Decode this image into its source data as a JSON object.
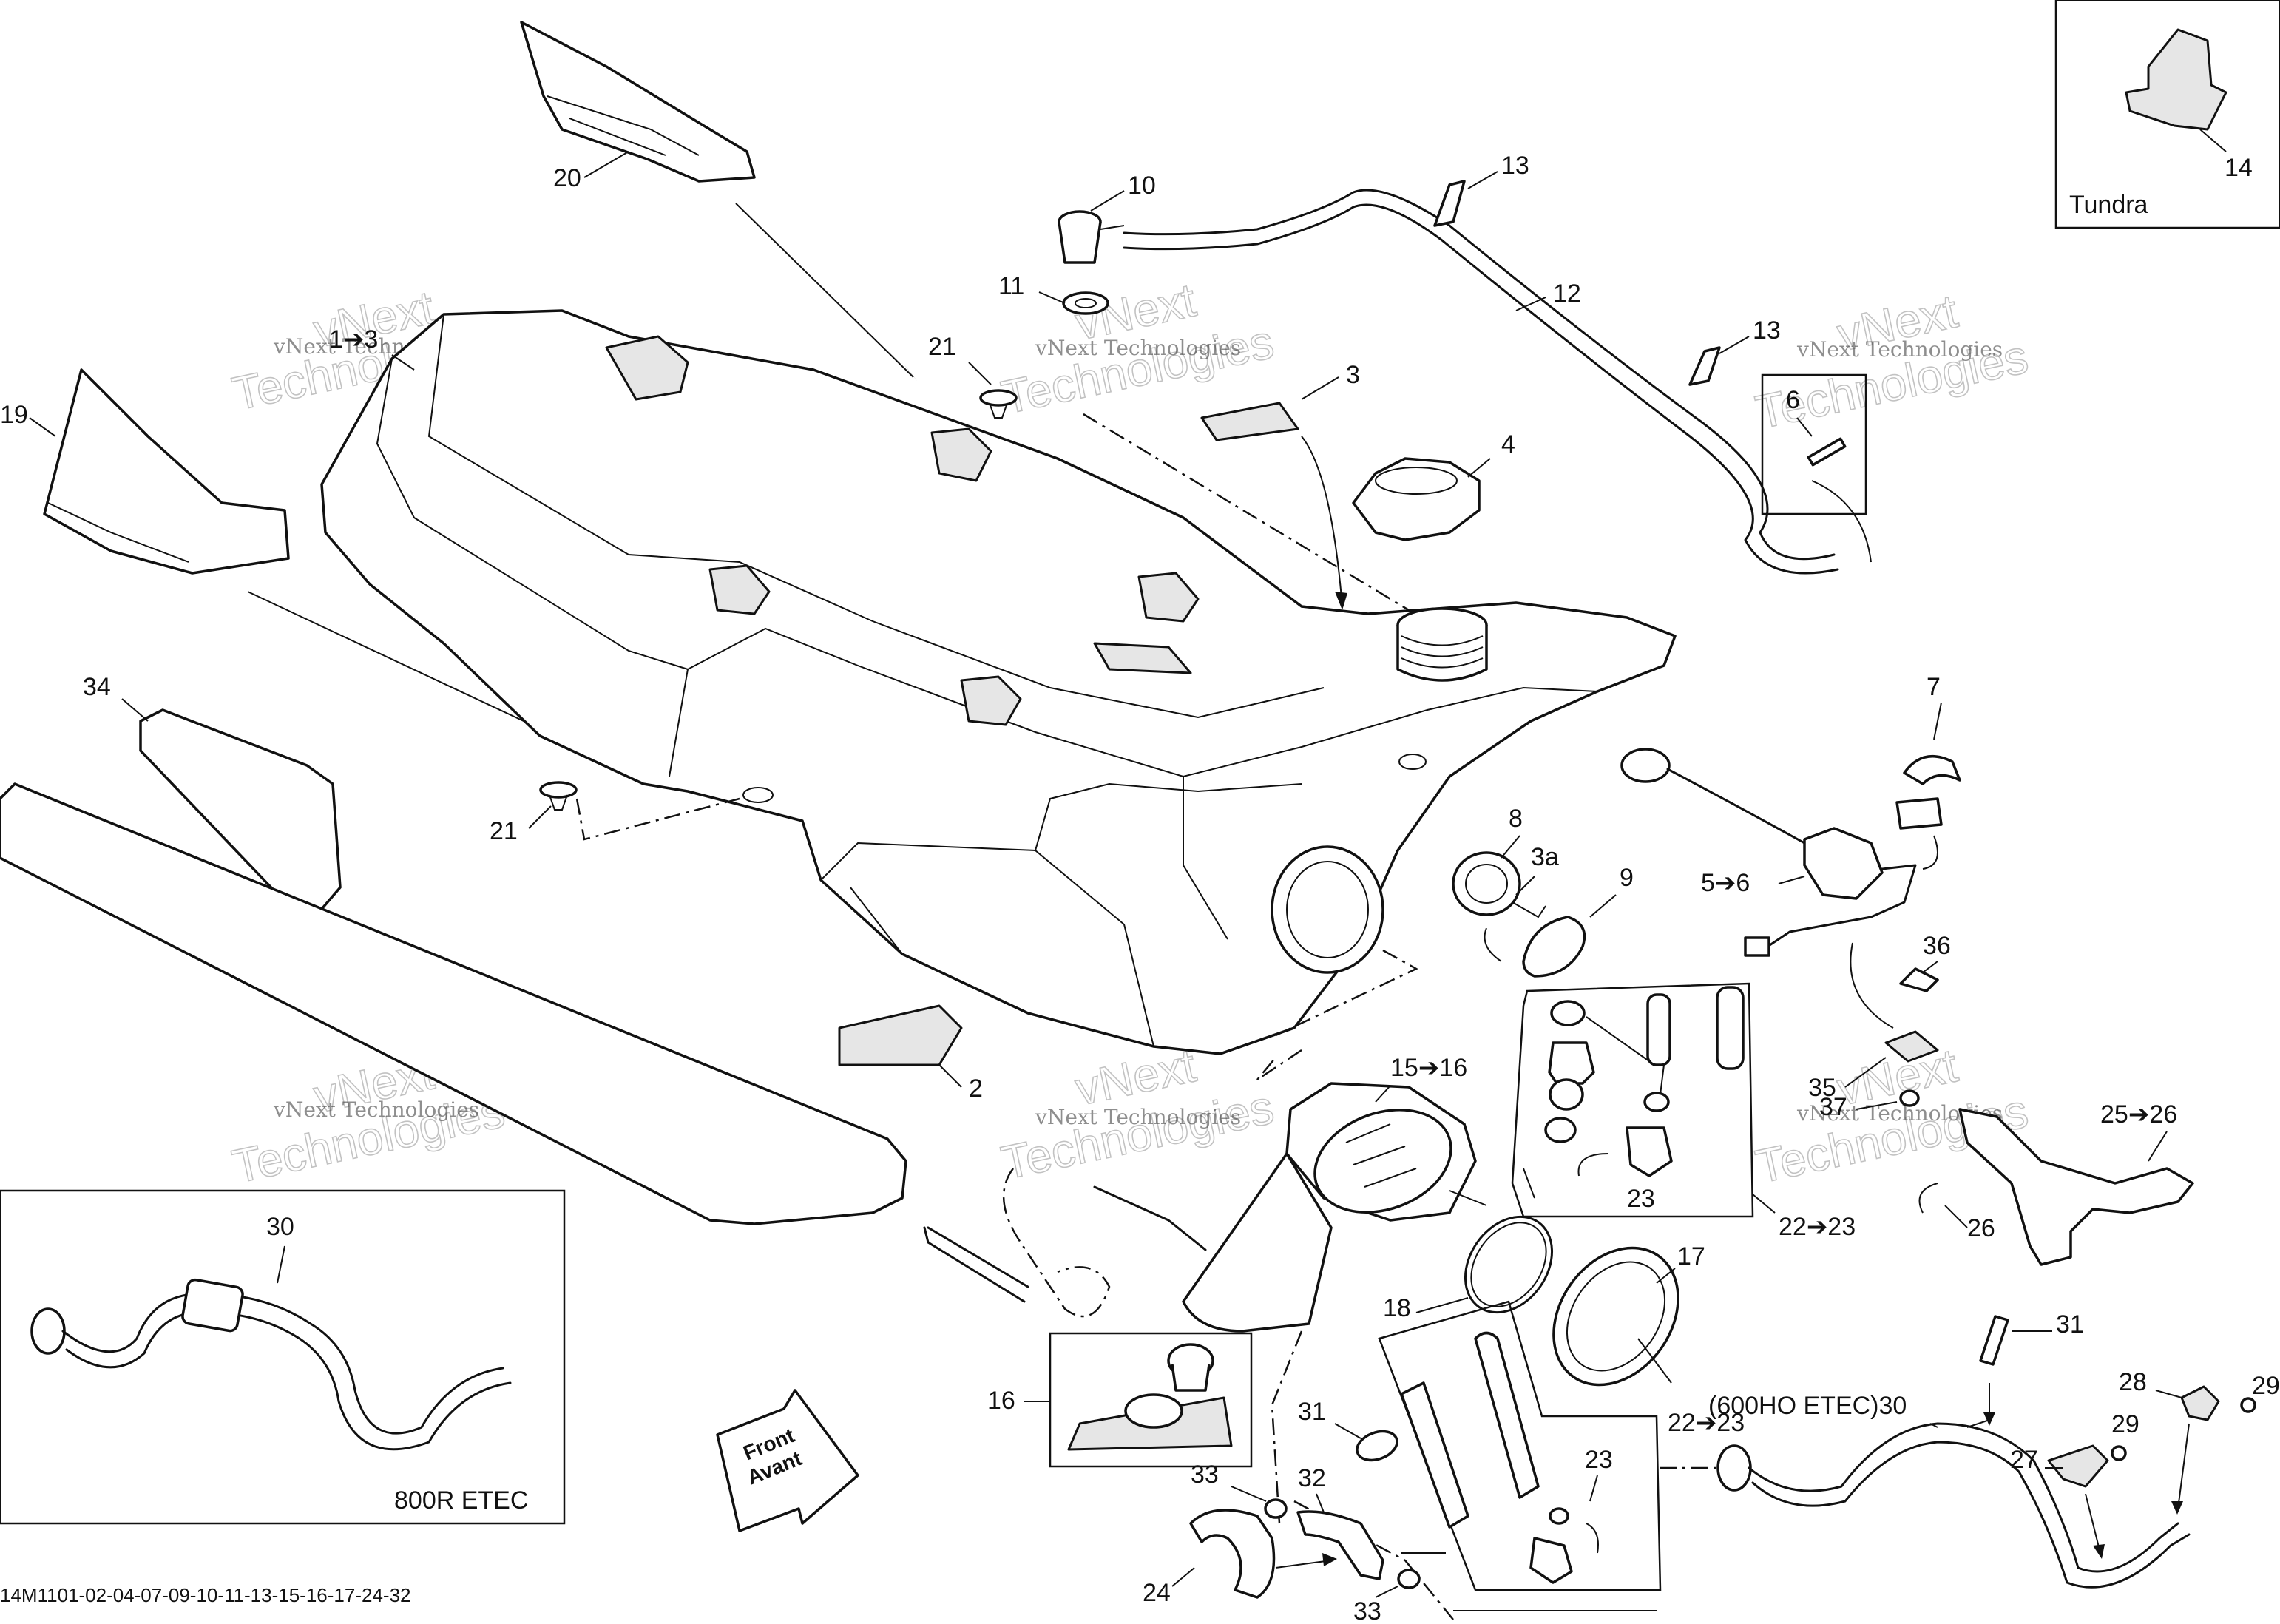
{
  "callouts": {
    "c1": "1➔3",
    "c2": "2",
    "c3": "3",
    "c3a": "3a",
    "c4": "4",
    "c5": "5➔6",
    "c6": "6",
    "c7": "7",
    "c8": "8",
    "c9": "9",
    "c10": "10",
    "c11": "11",
    "c12": "12",
    "c13a": "13",
    "c13b": "13",
    "c14": "14",
    "c15": "15➔16",
    "c16": "16",
    "c17": "17",
    "c18": "18",
    "c19": "19",
    "c20": "20",
    "c21a": "21",
    "c21b": "21",
    "c22a": "22➔23",
    "c22b": "22➔23",
    "c23a": "23",
    "c23b": "23",
    "c24": "24",
    "c25": "25➔26",
    "c26": "26",
    "c27": "27",
    "c28": "28",
    "c29a": "29",
    "c29b": "29",
    "c30a": "30",
    "c30b": "(600HO ETEC)30",
    "c31a": "31",
    "c31b": "31",
    "c32": "32",
    "c33a": "33",
    "c33b": "33",
    "c34": "34",
    "c35": "35",
    "c36": "36",
    "c37": "37"
  },
  "inset_labels": {
    "tundra": "Tundra",
    "etec800": "800R ETEC",
    "direction": [
      "Front",
      "Avant"
    ]
  },
  "watermark": {
    "line1": "vNext Technologies",
    "line2": "vNext",
    "line3": "Technologies"
  },
  "footer": {
    "part_code": "14M1101-02-04-07-09-10-11-13-15-16-17-24-32"
  }
}
